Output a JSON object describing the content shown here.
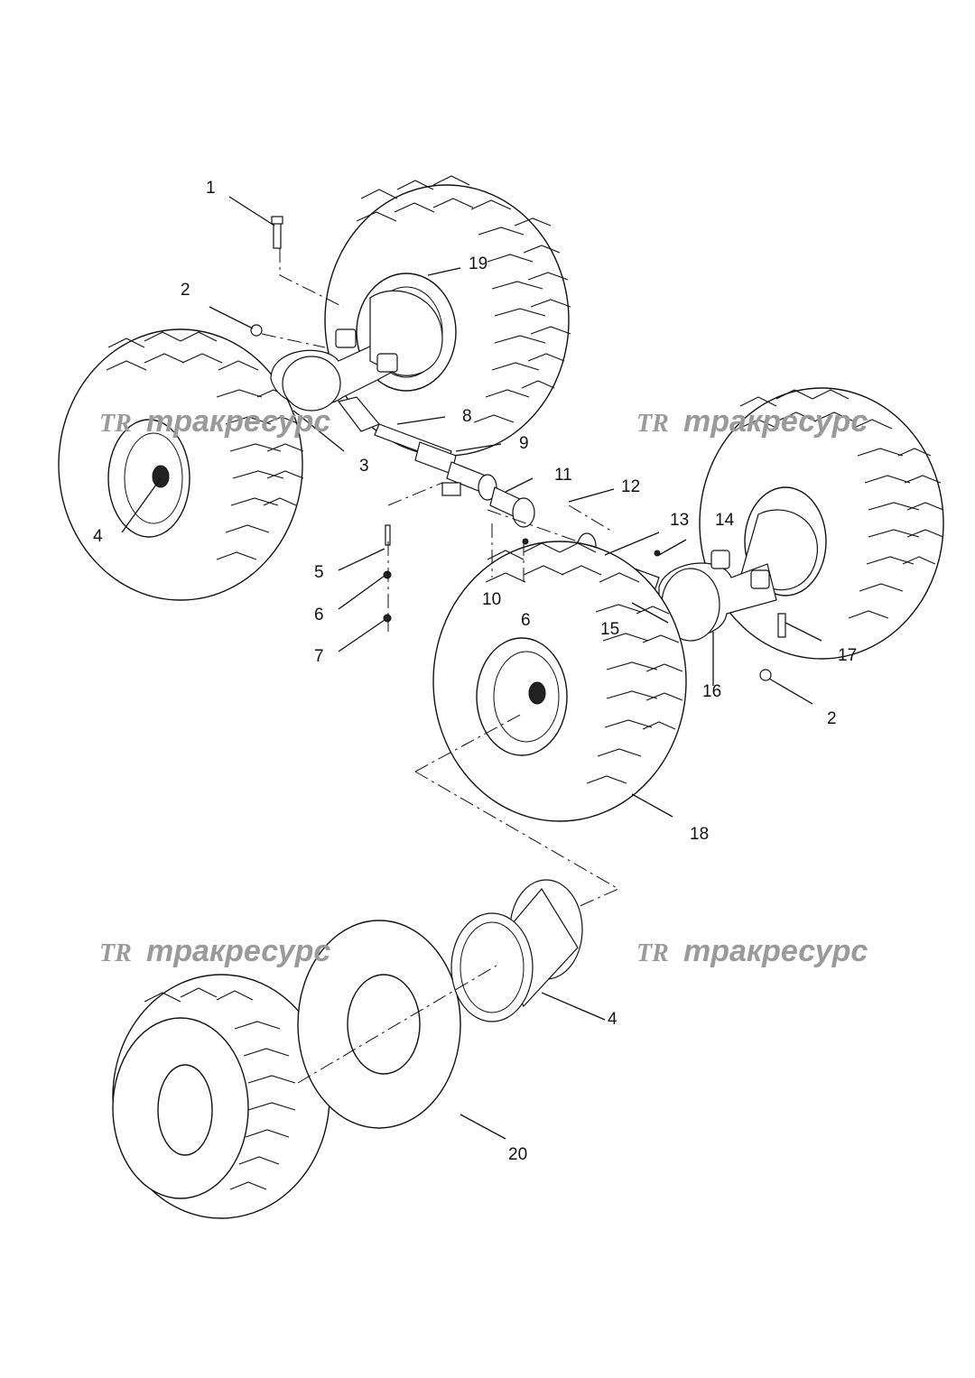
{
  "watermark": {
    "logo": "TR",
    "text": "тракресурс"
  },
  "labels": [
    "1",
    "2",
    "3",
    "4",
    "5",
    "6",
    "7",
    "8",
    "9",
    "10",
    "11",
    "12",
    "13",
    "14",
    "15",
    "16",
    "17",
    "18",
    "19",
    "2",
    "6",
    "4",
    "20"
  ]
}
